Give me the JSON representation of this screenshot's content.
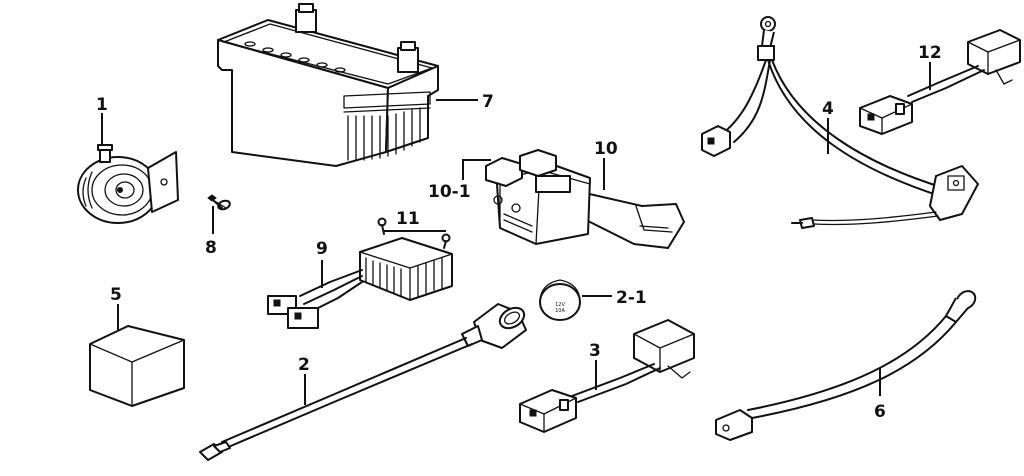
{
  "callouts": {
    "c1": "1",
    "c2": "2",
    "c2_1": "2-1",
    "c3": "3",
    "c4": "4",
    "c5": "5",
    "c6": "6",
    "c7": "7",
    "c8": "8",
    "c9": "9",
    "c10": "10",
    "c10_1": "10-1",
    "c11": "11",
    "c12": "12"
  },
  "fuse": {
    "line1": "12V",
    "line2": "10A"
  },
  "colors": {
    "ink": "#111111",
    "paper": "#ffffff"
  }
}
